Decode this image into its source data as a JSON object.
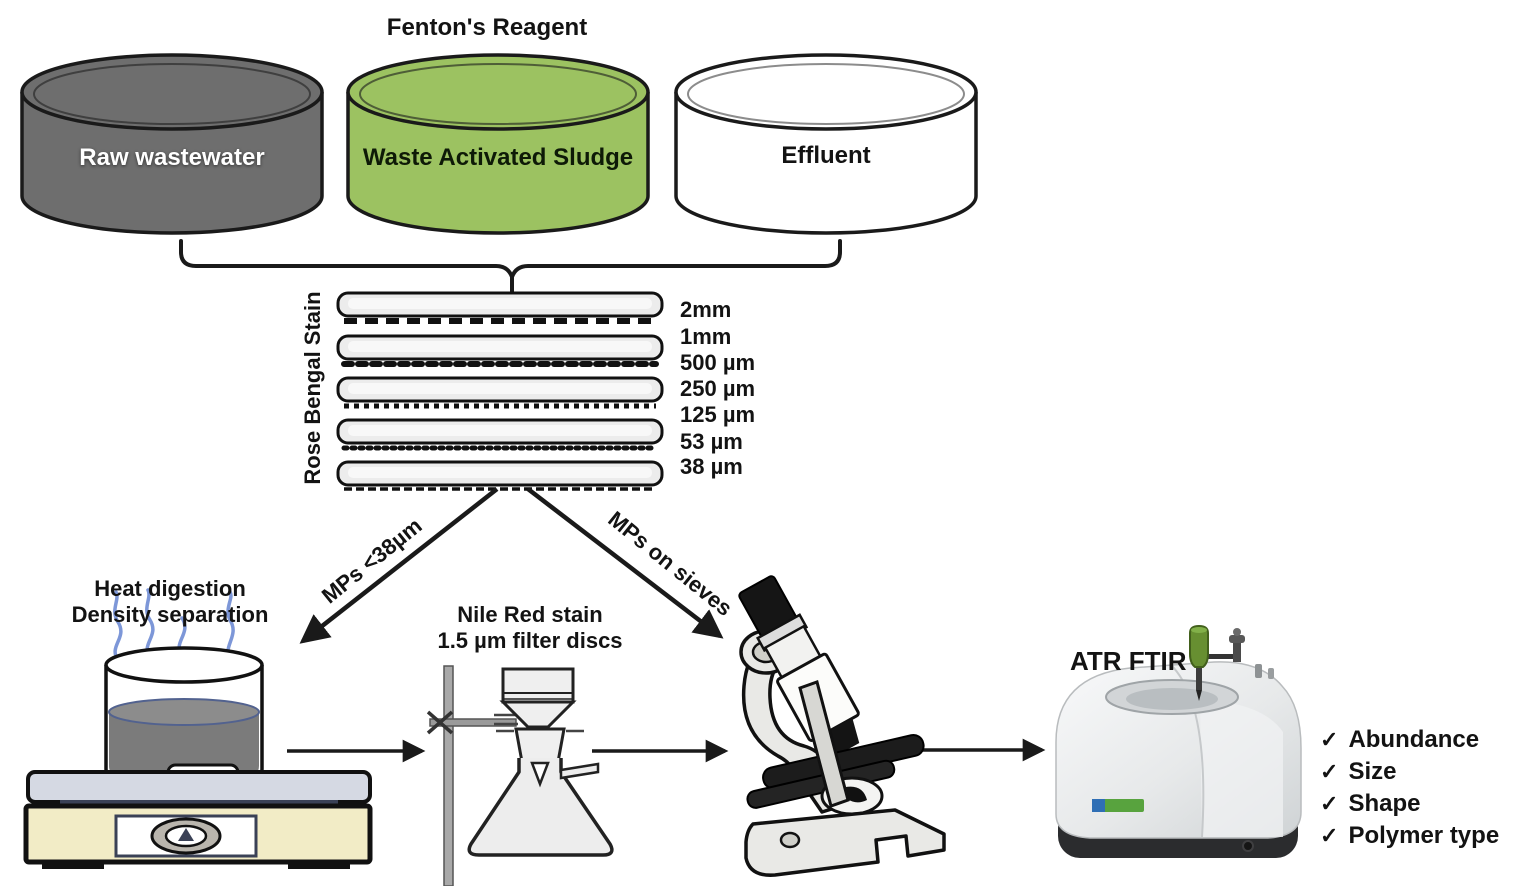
{
  "figure": {
    "top": {
      "reagent_label": "Fenton's Reagent",
      "cylinders": [
        {
          "label": "Raw wastewater",
          "fill": "#6e6e6e",
          "text_color": "#ffffff"
        },
        {
          "label": "Waste Activated Sludge",
          "fill": "#9cc261",
          "text_color": "#0e1a07"
        },
        {
          "label": "Effluent",
          "fill": "#ffffff",
          "text_color": "#131313"
        }
      ]
    },
    "sieve_stack": {
      "stain_label": "Rose Bengal Stain",
      "mesh_sizes": [
        "2mm",
        "1mm",
        "500 µm",
        "250 µm",
        "125 µm",
        "53 µm",
        "38 µm"
      ]
    },
    "branch_arrows": {
      "left_label": "MPs <38µm",
      "right_label": "MPs on sieves"
    },
    "process_steps": {
      "heat_digestion": {
        "line1": "Heat digestion",
        "line2": "Density separation"
      },
      "nile_red": {
        "line1": "Nile Red stain",
        "line2": "1.5 µm filter discs"
      },
      "atr_ftir_label": "ATR FTIR"
    },
    "results": {
      "check_icon": "✓",
      "items": [
        "Abundance",
        "Size",
        "Shape",
        "Polymer type"
      ]
    },
    "colors": {
      "outline": "#1a1a1a",
      "raw_wastewater_fill": "#6e6e6e",
      "waste_activated_sludge_fill": "#9cc261",
      "effluent_fill": "#ffffff",
      "sieve_fill": "#ececec",
      "steam_blue": "#7d97d8",
      "hotplate_top": "#d5d9e3",
      "hotplate_navy": "#3a4156",
      "hotplate_body": "#f2ecc6",
      "liquid_gray": "#7b7b7b",
      "ftir_knob_green": "#678f31",
      "ftir_base_dark": "#2b2c2e",
      "logo_green": "#58a33e",
      "logo_blue": "#2f6fb5"
    }
  }
}
